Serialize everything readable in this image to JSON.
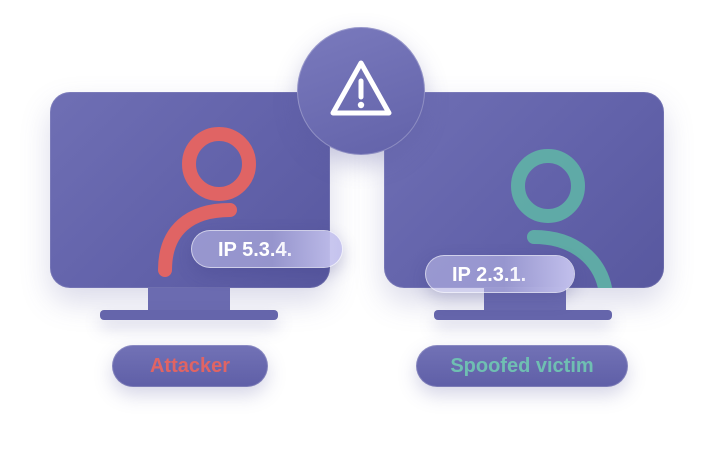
{
  "attacker": {
    "ip": "IP 5.3.4.",
    "label": "Attacker",
    "color": "#e06464"
  },
  "victim": {
    "ip": "IP 2.3.1.",
    "label": "Spoofed victim",
    "color": "#5fb3a6"
  },
  "center": {
    "icon": "warning-icon"
  }
}
